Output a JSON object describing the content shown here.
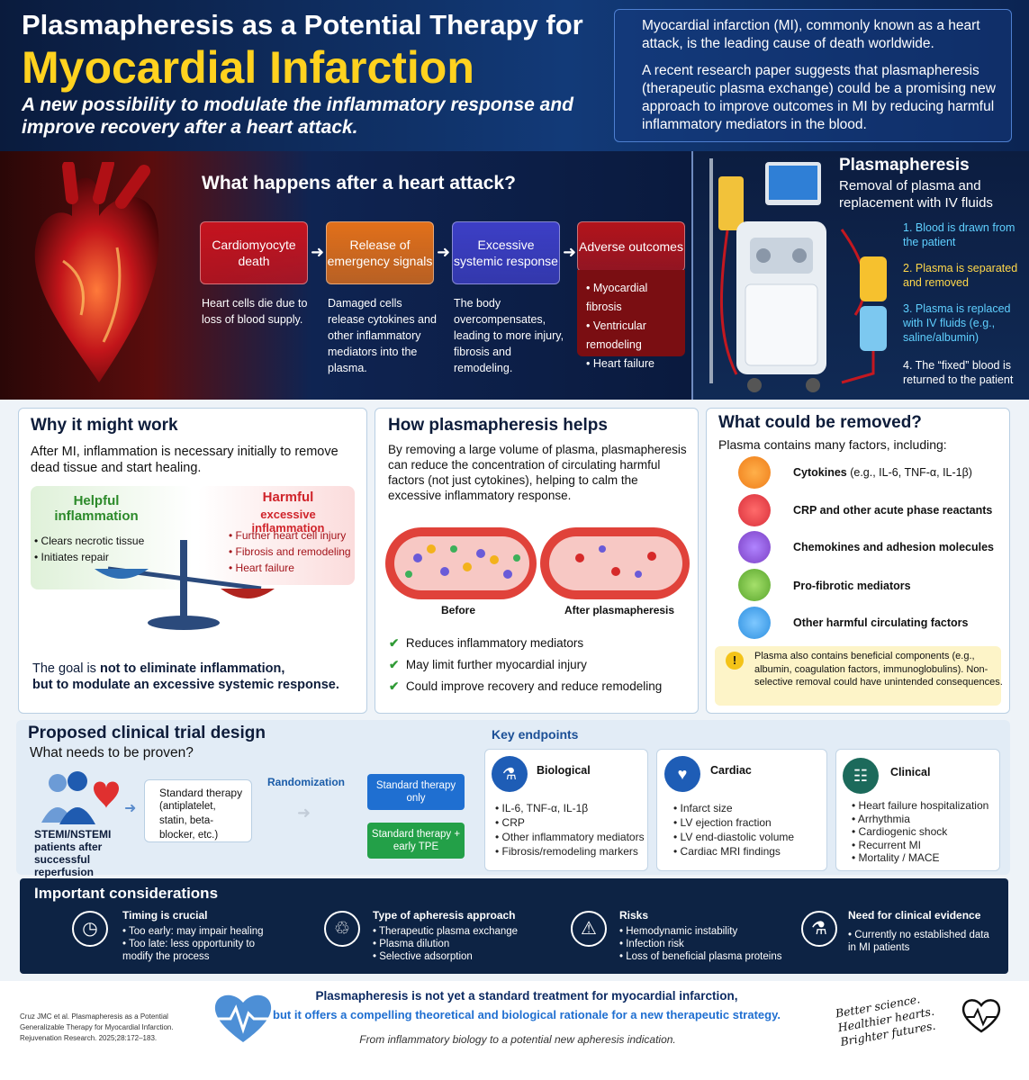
{
  "header": {
    "title_line1": "Plasmapheresis as a Potential Therapy for",
    "title_line2": "Myocardial Infarction",
    "subtitle": "A new possibility to modulate the inflammatory response and improve recovery after a heart attack.",
    "intro_p1": "Myocardial infarction (MI), commonly known as a heart attack, is the leading cause of death worldwide.",
    "intro_p2": "A recent research paper suggests that plasmapheresis (therapeutic plasma exchange) could be a promising new approach to improve outcomes in MI by reducing harmful inflammatory mediators in the blood."
  },
  "what_happens": {
    "title": "What happens after a heart attack?",
    "steps": [
      {
        "label": "Cardiomyocyte death",
        "desc": "Heart cells die due to loss of blood supply.",
        "color": "#c5141f"
      },
      {
        "label": "Release of emergency signals",
        "desc": "Damaged cells release cytokines and other inflammatory mediators into the plasma.",
        "color": "#e2701a"
      },
      {
        "label": "Excessive systemic response",
        "desc": "The body overcompensates, leading to more injury, fibrosis and remodeling.",
        "color": "#3d3fc6"
      },
      {
        "label": "Adverse outcomes",
        "desc": "",
        "color": "#b3141b"
      }
    ],
    "outcomes": [
      "Myocardial fibrosis",
      "Ventricular remodeling",
      "Heart failure"
    ]
  },
  "plasmapheresis": {
    "title": "Plasmapheresis",
    "subtitle": "Removal of plasma and replacement with IV fluids",
    "steps": [
      {
        "text": "1. Blood is drawn from the patient",
        "color": "#5fd0ff"
      },
      {
        "text": "2. Plasma is separated and removed",
        "color": "#ffd84a"
      },
      {
        "text": "3. Plasma is replaced with IV fluids (e.g., saline/albumin)",
        "color": "#5fd0ff"
      },
      {
        "text": "4. The “fixed” blood is returned to the patient",
        "color": "#ffffff"
      }
    ]
  },
  "why": {
    "title": "Why it might work",
    "text": "After MI, inflammation is necessary initially to remove dead tissue and start healing.",
    "helpful_title": "Helpful inflammation",
    "helpful_items": [
      "Clears necrotic tissue",
      "Initiates repair"
    ],
    "harmful_title": "Harmful",
    "harmful_sub": "excessive inflammation",
    "harmful_items": [
      "Further heart cell injury",
      "Fibrosis and remodeling",
      "Heart failure"
    ],
    "goal_a": "The goal is ",
    "goal_b": "not to eliminate inflammation,",
    "goal_c": "but to modulate an excessive systemic response."
  },
  "how": {
    "title": "How plasmapheresis helps",
    "text": "By removing a large volume of plasma, plasmapheresis can reduce the concentration of circulating harmful factors (not just cytokines), helping to calm the excessive inflammatory response.",
    "before": "Before",
    "after": "After plasmapheresis",
    "checks": [
      "Reduces inflammatory mediators",
      "May limit further myocardial injury",
      "Could improve recovery and reduce remodeling"
    ]
  },
  "removed": {
    "title": "What could be removed?",
    "subtitle": "Plasma contains many factors, including:",
    "factors": [
      {
        "label": "Cytokines",
        "detail": " (e.g., IL-6, TNF-α, IL-1β)",
        "color": "#ef7d1a"
      },
      {
        "label": "CRP and other acute phase reactants",
        "detail": "",
        "color": "#d92f3a"
      },
      {
        "label": "Chemokines and adhesion molecules",
        "detail": "",
        "color": "#7b3fc4"
      },
      {
        "label": "Pro-fibrotic mediators",
        "detail": "",
        "color": "#58a52c"
      },
      {
        "label": "Other harmful circulating factors",
        "detail": "",
        "color": "#2d8fe0"
      }
    ],
    "note": "Plasma also contains beneficial components (e.g., albumin, coagulation factors, immunoglobulins). Non-selective removal could have unintended consequences."
  },
  "trial": {
    "title": "Proposed clinical trial design",
    "subtitle": "What needs to be proven?",
    "patients": "STEMI/NSTEMI patients after successful reperfusion",
    "standard": "Standard therapy",
    "standard_detail": "(antiplatelet, statin, beta-blocker, etc.)",
    "randomization": "Randomization",
    "arm1": "Standard therapy only",
    "arm2": "Standard therapy + early TPE"
  },
  "endpoints": {
    "title": "Key endpoints",
    "groups": [
      {
        "title": "Biological",
        "items": [
          "IL-6, TNF-α, IL-1β",
          "CRP",
          "Other inflammatory mediators",
          "Fibrosis/remodeling markers"
        ]
      },
      {
        "title": "Cardiac",
        "items": [
          "Infarct size",
          "LV ejection fraction",
          "LV end-diastolic volume",
          "Cardiac MRI findings"
        ]
      },
      {
        "title": "Clinical",
        "items": [
          "Heart failure hospitalization",
          "Arrhythmia",
          "Cardiogenic shock",
          "Recurrent MI",
          "Mortality / MACE"
        ]
      }
    ]
  },
  "considerations": {
    "title": "Important considerations",
    "items": [
      {
        "title": "Timing is crucial",
        "icon": "clock-icon",
        "glyph": "◷",
        "points": [
          "Too early: may impair healing",
          "Too late: less opportunity to modify the process"
        ]
      },
      {
        "title": "Type of apheresis approach",
        "icon": "apheresis-icon",
        "glyph": "♲",
        "points": [
          "Therapeutic plasma exchange",
          "Plasma dilution",
          "Selective adsorption"
        ]
      },
      {
        "title": "Risks",
        "icon": "warning-icon",
        "glyph": "⚠",
        "points": [
          "Hemodynamic instability",
          "Infection risk",
          "Loss of beneficial plasma proteins"
        ]
      },
      {
        "title": "Need for clinical evidence",
        "icon": "flask-icon",
        "glyph": "⚗",
        "points": [
          "Currently no established data in MI patients"
        ]
      }
    ]
  },
  "footer": {
    "citation": "Cruz JMC et al. Plasmapheresis as a Potential Generalizable Therapy for Myocardial Infarction. Rejuvenation Research. 2025;28:172–183.",
    "line1": "Plasmapheresis is not yet a standard treatment for myocardial infarction,",
    "line2": "but it offers a compelling theoretical and biological rationale for a new therapeutic strategy.",
    "line3": "From inflammatory biology to a potential new apheresis indication.",
    "slogan": "Better science. Healthier hearts. Brighter futures."
  }
}
